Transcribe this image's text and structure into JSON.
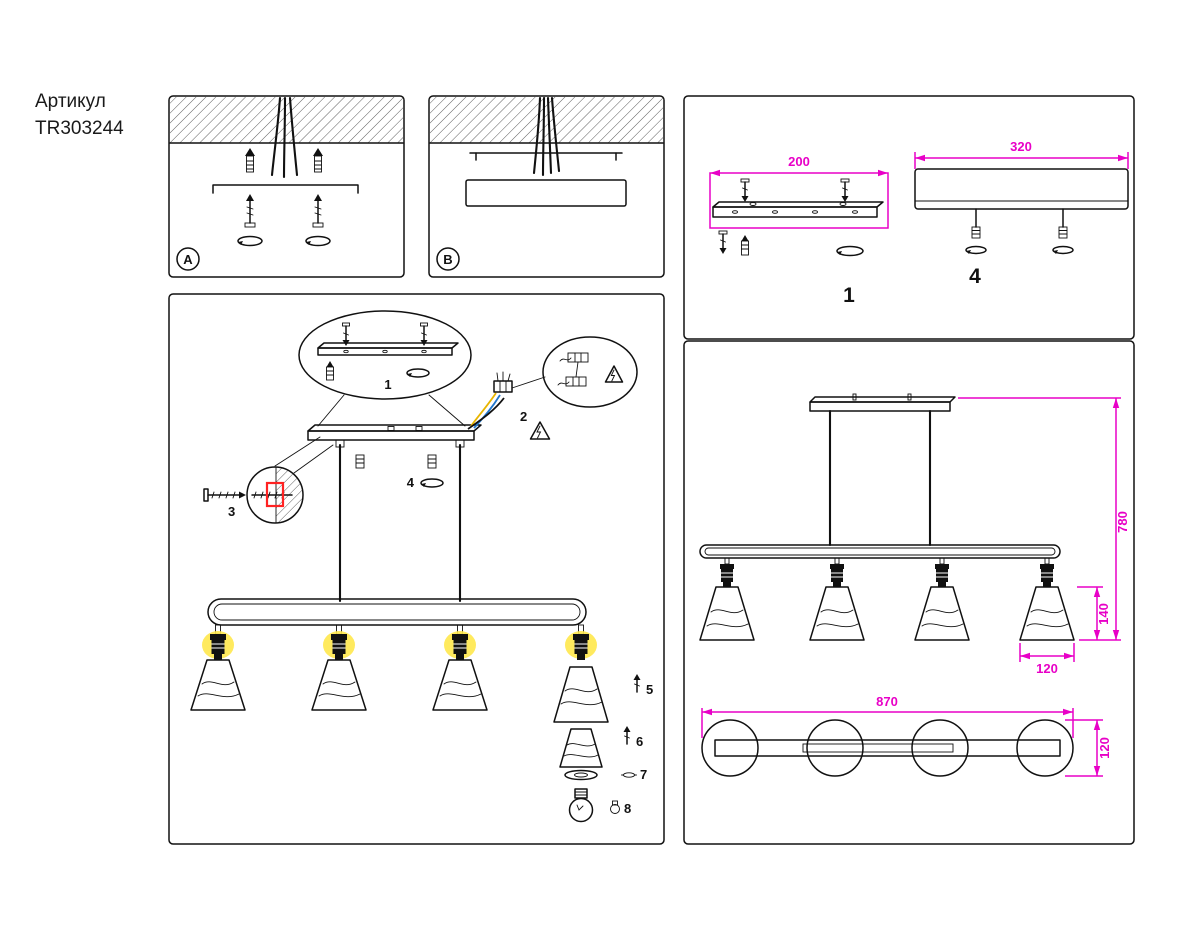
{
  "header": {
    "article_label": "Артикул",
    "article_number": "TR303244"
  },
  "step_panels": {
    "panel_a_label": "A",
    "panel_b_label": "B"
  },
  "assembly": {
    "step_1": "1",
    "step_2": "2",
    "step_3": "3",
    "step_4": "4",
    "step_5": "5",
    "step_6": "6",
    "step_7": "7",
    "step_8": "8"
  },
  "detail_panel": {
    "bracket_dim": "200",
    "bracket_step": "1",
    "canopy_dim": "320",
    "canopy_step": "4"
  },
  "dimension_panel": {
    "overall_height": "780",
    "shade_height": "140",
    "shade_diameter": "120",
    "overall_length": "870",
    "row_width": "120"
  },
  "colors": {
    "dimension_accent": "#e800c7",
    "lamp_glow": "#ffe84d",
    "detail_marker": "#ff2222",
    "wire_yellow": "#e8b500",
    "wire_blue": "#2277cc"
  }
}
